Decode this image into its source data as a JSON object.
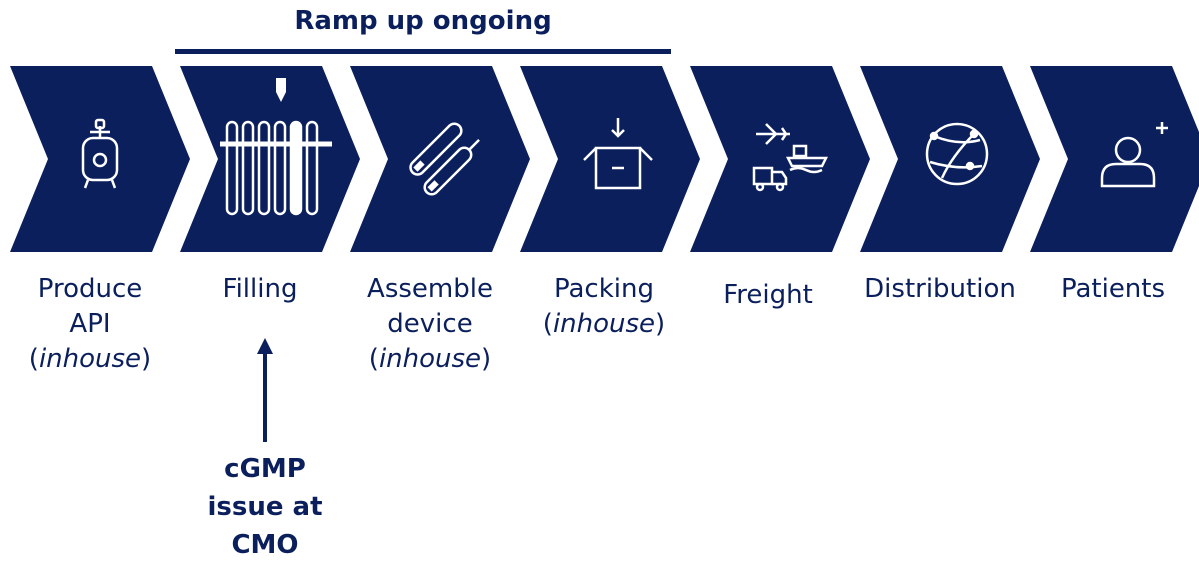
{
  "banner": {
    "title": "Ramp up ongoing"
  },
  "colors": {
    "chevron": "#0a1f5c",
    "text": "#0a1f5c",
    "icon": "#ffffff"
  },
  "steps": [
    {
      "label": "Produce",
      "label2": "API",
      "note": "inhouse",
      "icon": "tank-icon"
    },
    {
      "label": "Filling",
      "label2": "",
      "note": "",
      "icon": "filling-tubes-icon"
    },
    {
      "label": "Assemble",
      "label2": "device",
      "note": "inhouse",
      "icon": "pen-device-icon"
    },
    {
      "label": "Packing",
      "label2": "",
      "note": "inhouse",
      "icon": "box-icon"
    },
    {
      "label": "Freight",
      "label2": "",
      "note": "",
      "icon": "plane-truck-ship-icon"
    },
    {
      "label": "Distribution",
      "label2": "",
      "note": "",
      "icon": "globe-icon"
    },
    {
      "label": "Patients",
      "label2": "",
      "note": "",
      "icon": "person-plus-icon"
    }
  ],
  "issue": {
    "line1": "cGMP",
    "line2": "issue at",
    "line3": "CMO"
  }
}
